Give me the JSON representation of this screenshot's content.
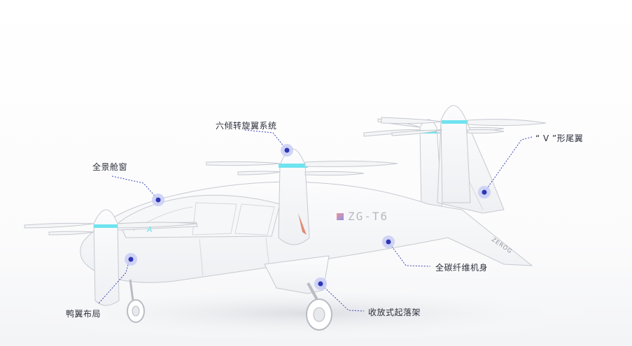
{
  "aircraft": {
    "model_text": "ZG-T6",
    "brand_text": "ZEROG",
    "canard_mark": "A"
  },
  "colors": {
    "accent": "#4455d6",
    "hotspot_ring": "#c9ccf4",
    "connector": "#3b46b5",
    "rotor_band": "#6ee3ef",
    "label_text": "#2c2f3a",
    "tail_accent": "#e28a73"
  },
  "hotspots": [
    {
      "id": "canopy",
      "label": "全景舱窗"
    },
    {
      "id": "rotors",
      "label": "六倾转旋翼系统"
    },
    {
      "id": "tail",
      "label": "“ V ”形尾翼"
    },
    {
      "id": "fuselage",
      "label": "全碳纤维机身"
    },
    {
      "id": "landing-gear",
      "label": "收放式起落架"
    },
    {
      "id": "canard",
      "label": "鸭翼布局"
    }
  ]
}
